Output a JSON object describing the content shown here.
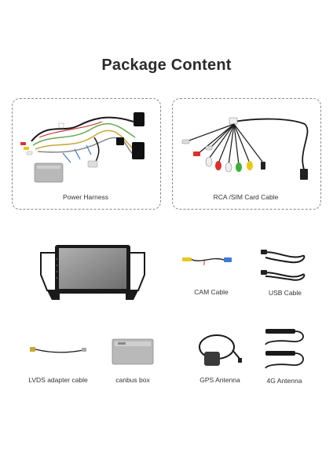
{
  "page": {
    "title": "Package Content"
  },
  "items": [
    {
      "label": "Power Harness"
    },
    {
      "label": "RCA /SIM Card Cable"
    },
    {
      "label": "CAM Cable"
    },
    {
      "label": "USB Cable"
    },
    {
      "label": "LVDS adapter cable"
    },
    {
      "label": "canbus box"
    },
    {
      "label": "GPS Antenna"
    },
    {
      "label": "4G Antenna"
    }
  ],
  "colors": {
    "title": "#2b2b2b",
    "border": "#8a8a8a",
    "cable": "#1a1a1a",
    "rca_red": "#d8322b",
    "rca_yellow": "#e8c81c",
    "rca_green": "#3fae3a",
    "rca_white": "#eeeeee"
  }
}
